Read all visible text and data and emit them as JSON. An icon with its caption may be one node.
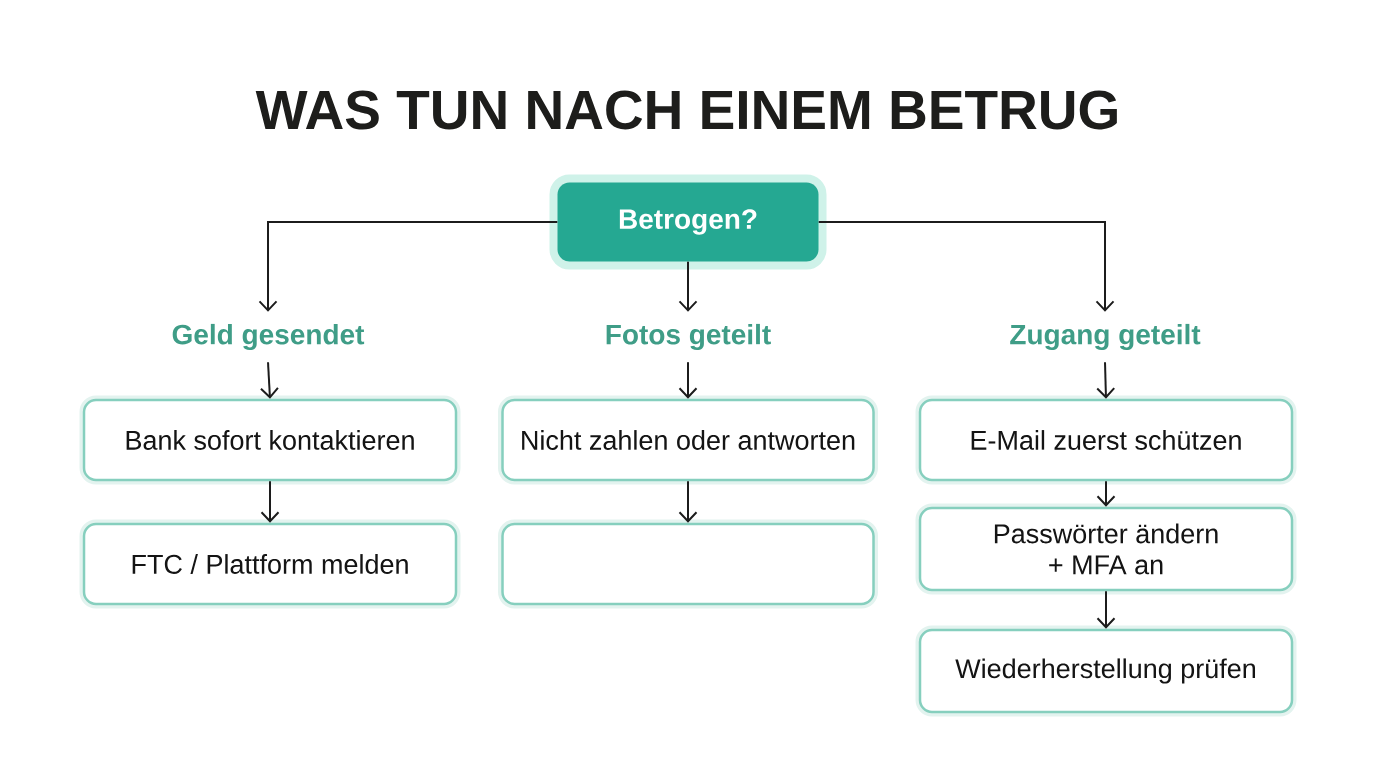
{
  "diagram": {
    "title": "WAS TUN NACH EINEM BETRUG",
    "nodes": [
      {
        "text": [
          "Betrogen?"
        ]
      },
      {
        "text": [
          "Geld gesendet"
        ]
      },
      {
        "text": [
          "Fotos geteilt"
        ]
      },
      {
        "text": [
          "Zugang geteilt"
        ]
      },
      {
        "text": [
          "Bank sofort kontaktieren"
        ]
      },
      {
        "text": [
          "Nicht zahlen oder antworten"
        ]
      },
      {
        "text": [
          "E-Mail zuerst schützen"
        ]
      },
      {
        "text": [
          "FTC / Plattform melden"
        ]
      },
      {
        "text": [],
        "shape": "box"
      },
      {
        "text": [
          "Passwörter ändern + MFA an"
        ]
      },
      {
        "text": [
          "Wiederherstellung prüfen"
        ]
      }
    ],
    "edges": [
      {
        "from": 0,
        "to": 1,
        "arrow": "to"
      },
      {
        "from": 0,
        "to": 2,
        "arrow": "to"
      },
      {
        "from": 0,
        "to": 3,
        "arrow": "to"
      },
      {
        "from": 1,
        "to": 4,
        "arrow": "to"
      },
      {
        "from": 2,
        "to": 5,
        "arrow": "to"
      },
      {
        "from": 3,
        "to": 6,
        "arrow": "to"
      },
      {
        "from": 4,
        "to": 7,
        "arrow": "to"
      },
      {
        "from": 5,
        "to": 8,
        "arrow": "to"
      },
      {
        "from": 6,
        "to": 9,
        "arrow": "to"
      },
      {
        "from": 9,
        "to": 10,
        "arrow": "to"
      }
    ]
  }
}
